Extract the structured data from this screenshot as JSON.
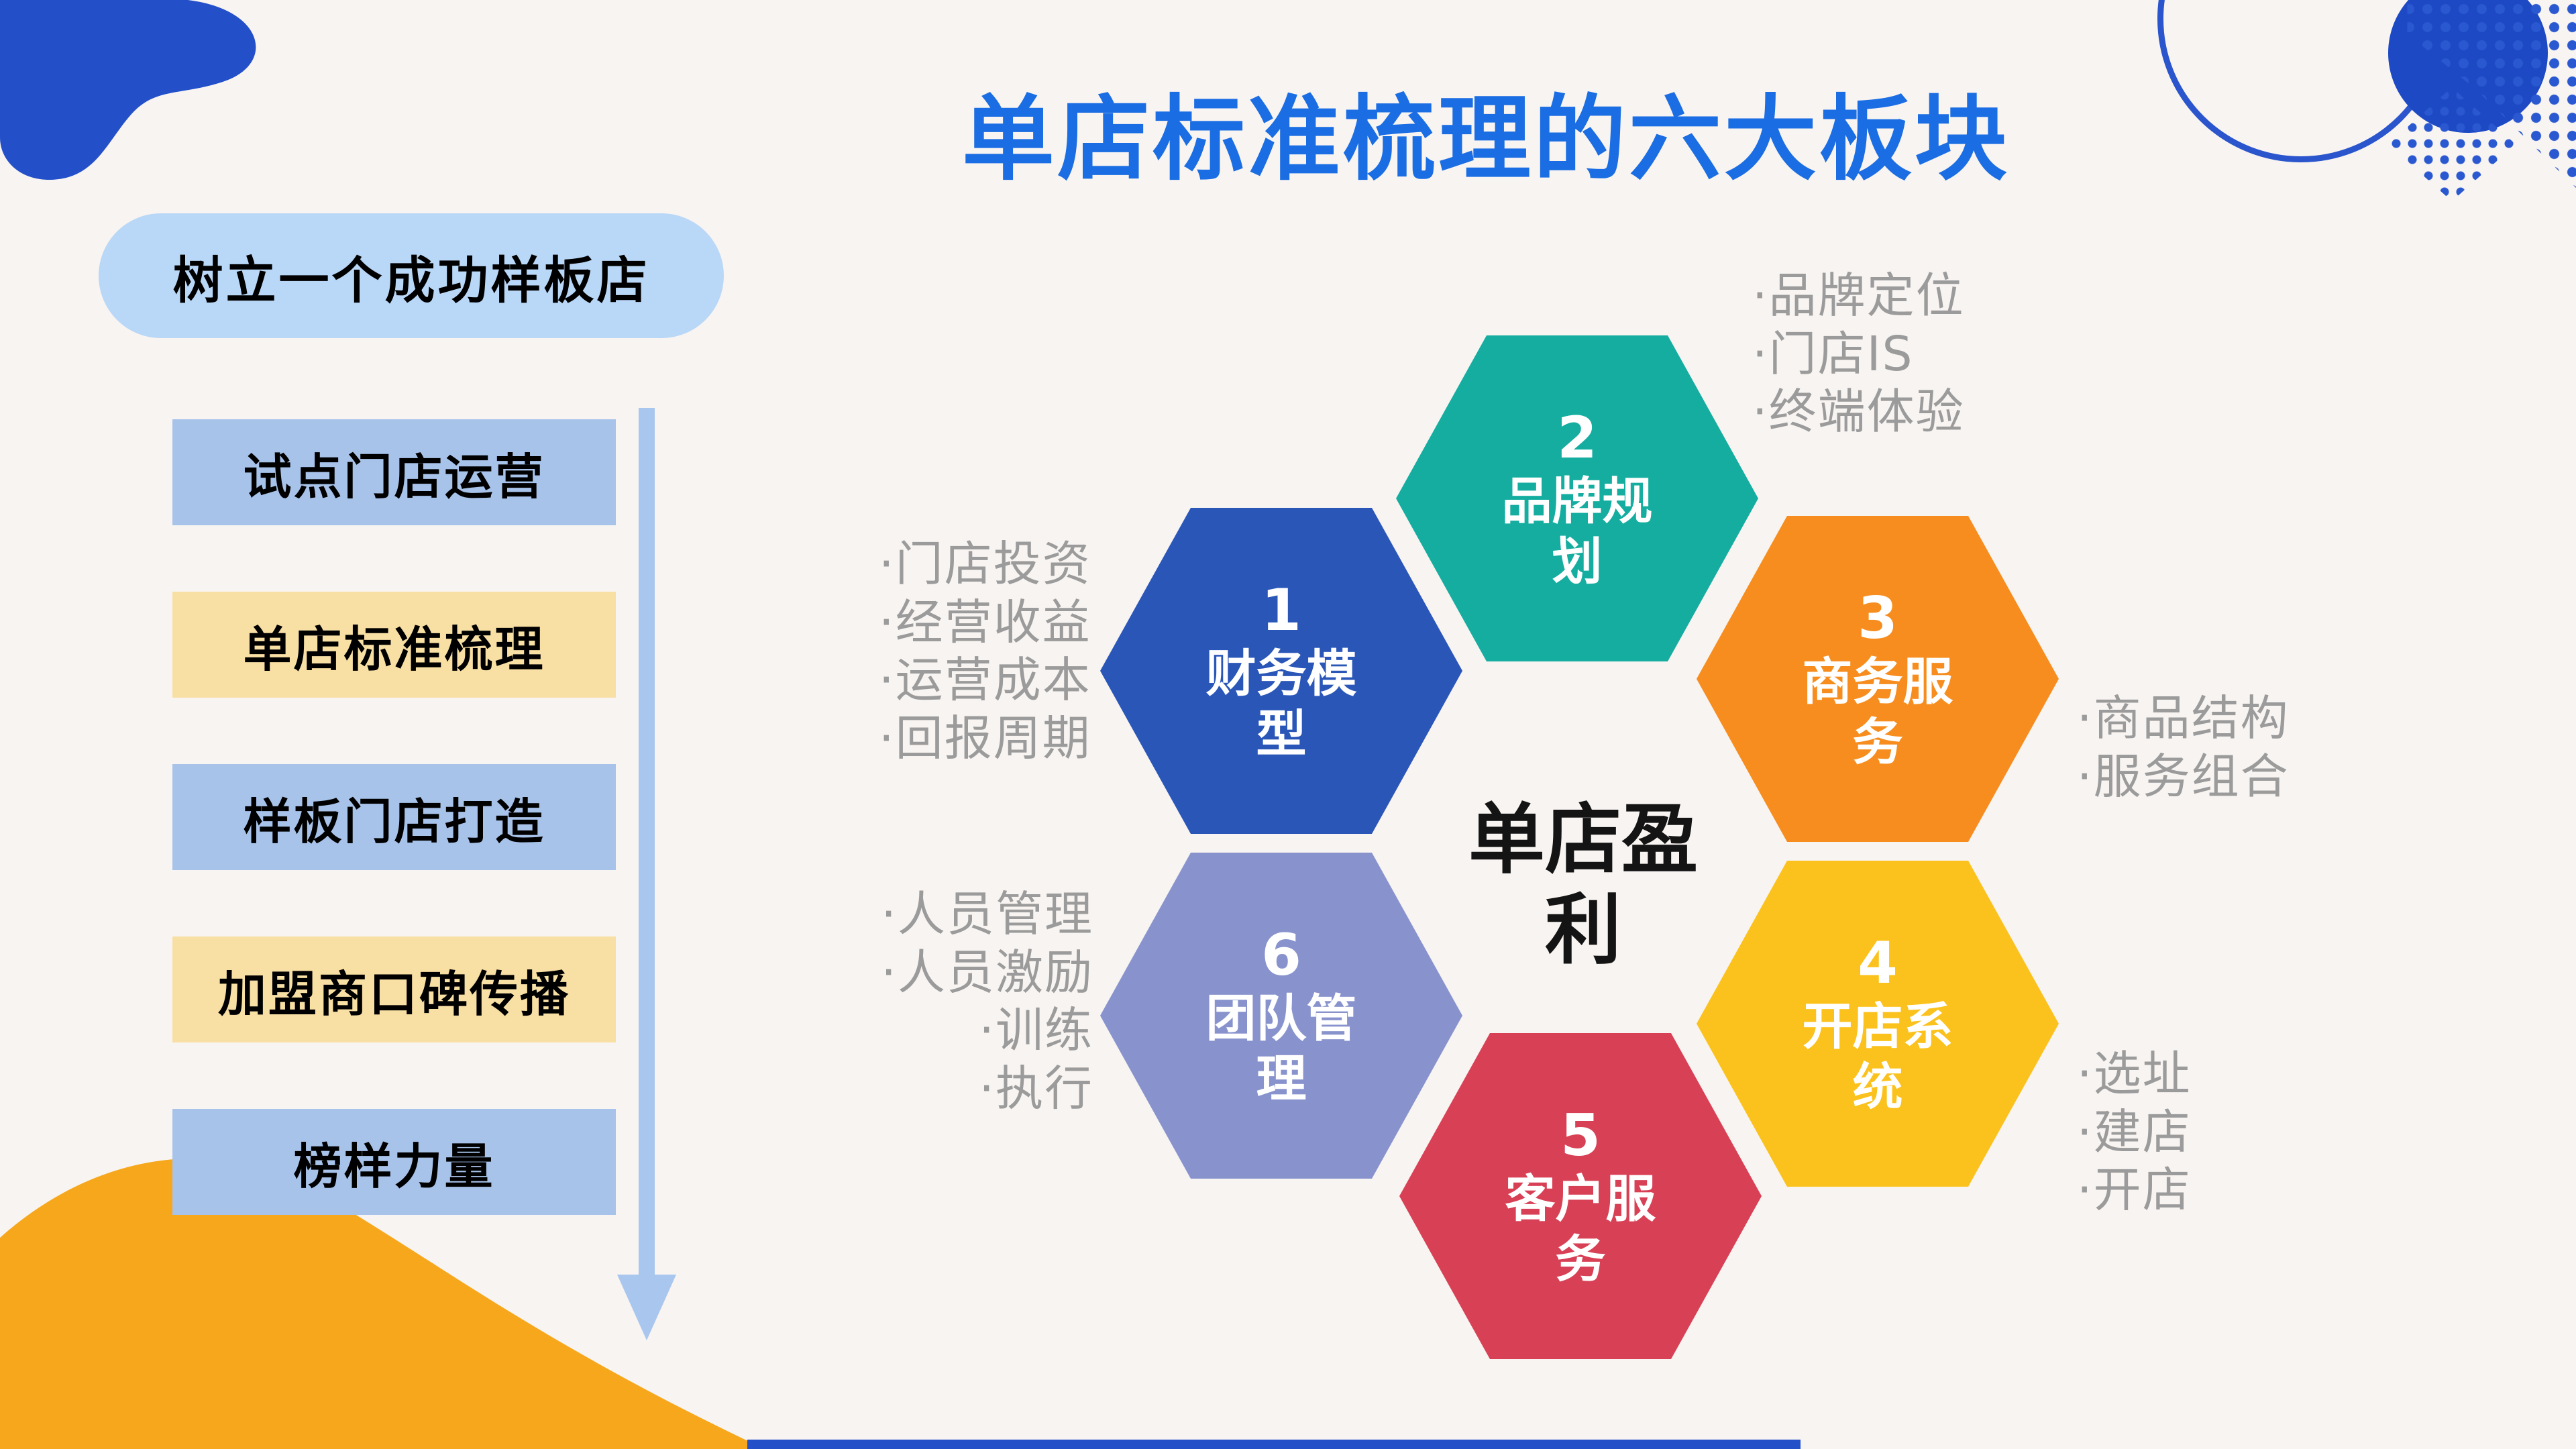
{
  "title": "单店标准梳理的六大板块",
  "left_panel": {
    "header": "树立一个成功样板店",
    "steps": [
      {
        "label": "试点门店运营"
      },
      {
        "label": "单店标准梳理"
      },
      {
        "label": "样板门店打造"
      },
      {
        "label": "加盟商口碑传播"
      },
      {
        "label": "榜样力量"
      }
    ]
  },
  "diagram": {
    "center_label": "单店盈利",
    "hexagons": [
      {
        "number": "1",
        "label": "财务模型",
        "color": "#2a56b8"
      },
      {
        "number": "2",
        "label": "品牌规划",
        "color": "#15ada0"
      },
      {
        "number": "3",
        "label": "商务服务",
        "color": "#f68d1e"
      },
      {
        "number": "4",
        "label": "开店系统",
        "color": "#fbc21d"
      },
      {
        "number": "5",
        "label": "客户服务",
        "color": "#d84055"
      },
      {
        "number": "6",
        "label": "团队管理",
        "color": "#8893cd"
      }
    ],
    "annotations": {
      "finance": {
        "lines": [
          "·门店投资",
          "·经营收益",
          "·运营成本",
          "·回报周期"
        ]
      },
      "brand": {
        "lines": [
          "·品牌定位",
          "·门店IS",
          "·终端体验"
        ]
      },
      "business": {
        "lines": [
          "·商品结构",
          "·服务组合"
        ]
      },
      "opening": {
        "lines": [
          "·选址",
          "·建店",
          "·开店"
        ]
      },
      "team": {
        "lines": [
          "·人员管理",
          "·人员激励",
          "·训练",
          "·执行"
        ]
      }
    }
  },
  "colors": {
    "background": "#f8f4f2",
    "title": "#1a6de2",
    "pill_bg": "#b9d7f6",
    "step_blue": "#a8c3ea",
    "step_yellow": "#f8dfa4",
    "arrow": "#a9c6ee",
    "center_text": "#141414",
    "annotation_gray": "#9b9b9b",
    "blob_blue": "#2350c8",
    "blob_yellow": "#f6a71b",
    "dot_blue": "#2a58d0",
    "bottom_bar": "#2350c8"
  }
}
